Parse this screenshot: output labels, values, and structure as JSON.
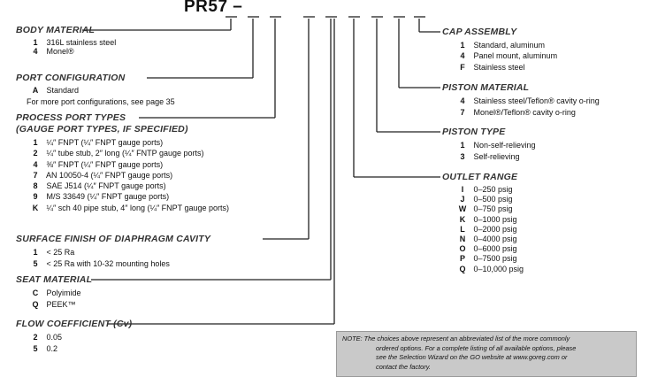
{
  "title": "PR57 –",
  "body_material": {
    "heading": "BODY MATERIAL",
    "options": [
      {
        "code": "1",
        "label": "316L stainless steel"
      },
      {
        "code": "4",
        "label": "Monel®"
      }
    ]
  },
  "port_configuration": {
    "heading": "PORT CONFIGURATION",
    "options": [
      {
        "code": "A",
        "label": "Standard"
      }
    ],
    "more": "For more port configurations, see page 35"
  },
  "process_port_types": {
    "heading": "PROCESS PORT TYPES",
    "subheading": "(GAUGE PORT TYPES, IF SPECIFIED)",
    "options": [
      {
        "code": "1",
        "label": "¼″ FNPT (¼″ FNPT gauge ports)"
      },
      {
        "code": "2",
        "label": "¼″ tube stub, 2″ long (¼″ FNTP gauge ports)"
      },
      {
        "code": "4",
        "label": "⅜″ FNPT (¼″ FNPT gauge ports)"
      },
      {
        "code": "7",
        "label": "AN 10050-4 (¼″ FNPT gauge ports)"
      },
      {
        "code": "8",
        "label": "SAE J514 (¼″ FNPT gauge ports)"
      },
      {
        "code": "9",
        "label": "M/S 33649 (¼″ FNPT gauge ports)"
      },
      {
        "code": "K",
        "label": "¼″ sch 40 pipe stub, 4″ long (¼″ FNPT gauge ports)"
      }
    ]
  },
  "surface_finish": {
    "heading": "SURFACE FINISH OF DIAPHRAGM CAVITY",
    "options": [
      {
        "code": "1",
        "label": "< 25 Ra"
      },
      {
        "code": "5",
        "label": "< 25 Ra with 10-32 mounting holes"
      }
    ]
  },
  "seat_material": {
    "heading": "SEAT MATERIAL",
    "options": [
      {
        "code": "C",
        "label": "Polyimide"
      },
      {
        "code": "Q",
        "label": "PEEK™"
      }
    ]
  },
  "flow_coefficient": {
    "heading": "FLOW COEFFICIENT (Cv)",
    "options": [
      {
        "code": "2",
        "label": "0.05"
      },
      {
        "code": "5",
        "label": "0.2"
      }
    ]
  },
  "cap_assembly": {
    "heading": "CAP ASSEMBLY",
    "options": [
      {
        "code": "1",
        "label": "Standard, aluminum"
      },
      {
        "code": "4",
        "label": "Panel mount, aluminum"
      },
      {
        "code": "F",
        "label": "Stainless steel"
      }
    ]
  },
  "piston_material": {
    "heading": "PISTON MATERIAL",
    "options": [
      {
        "code": "4",
        "label": "Stainless steel/Teflon® cavity o-ring"
      },
      {
        "code": "7",
        "label": "Monel®/Teflon® cavity o-ring"
      }
    ]
  },
  "piston_type": {
    "heading": "PISTON TYPE",
    "options": [
      {
        "code": "1",
        "label": "Non-self-relieving"
      },
      {
        "code": "3",
        "label": "Self-relieving"
      }
    ]
  },
  "outlet_range": {
    "heading": "OUTLET RANGE",
    "options": [
      {
        "code": "I",
        "label": "0–250 psig"
      },
      {
        "code": "J",
        "label": "0–500 psig"
      },
      {
        "code": "W",
        "label": "0–750 psig"
      },
      {
        "code": "K",
        "label": "0–1000 psig"
      },
      {
        "code": "L",
        "label": "0–2000 psig"
      },
      {
        "code": "N",
        "label": "0–4000 psig"
      },
      {
        "code": "O",
        "label": "0–6000 psig"
      },
      {
        "code": "P",
        "label": "0–7500 psig"
      },
      {
        "code": "Q",
        "label": "0–10,000 psig"
      }
    ]
  },
  "note": {
    "line1": "NOTE: The choices above represent an abbreviated list of the more commonly",
    "line2": "ordered options. For a complete listing of all available options, please",
    "line3": "see the Selection Wizard on the GO website at www.goreg.com or",
    "line4": "contact  the factory."
  }
}
